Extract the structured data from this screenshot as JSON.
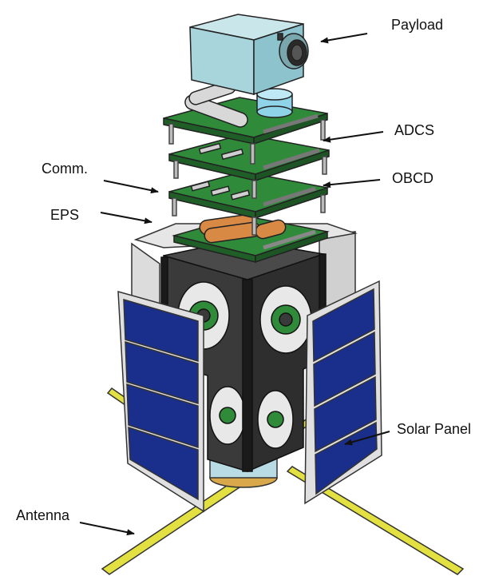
{
  "labels": {
    "payload": "Payload",
    "adcs": "ADCS",
    "comm": "Comm.",
    "obcd": "OBCD",
    "eps": "EPS",
    "solar_panel": "Solar Panel",
    "antenna": "Antenna"
  },
  "colors": {
    "pcb_green": "#2f8a3a",
    "pcb_dark": "#1f5f27",
    "solar_blue": "#1a2f8c",
    "frame_dark": "#2e2e2e",
    "antenna_yellow": "#e3e042",
    "payload_cyan": "#a8d4dc",
    "battery_orange": "#d88a45",
    "wall_gray": "#dcdcdc"
  }
}
